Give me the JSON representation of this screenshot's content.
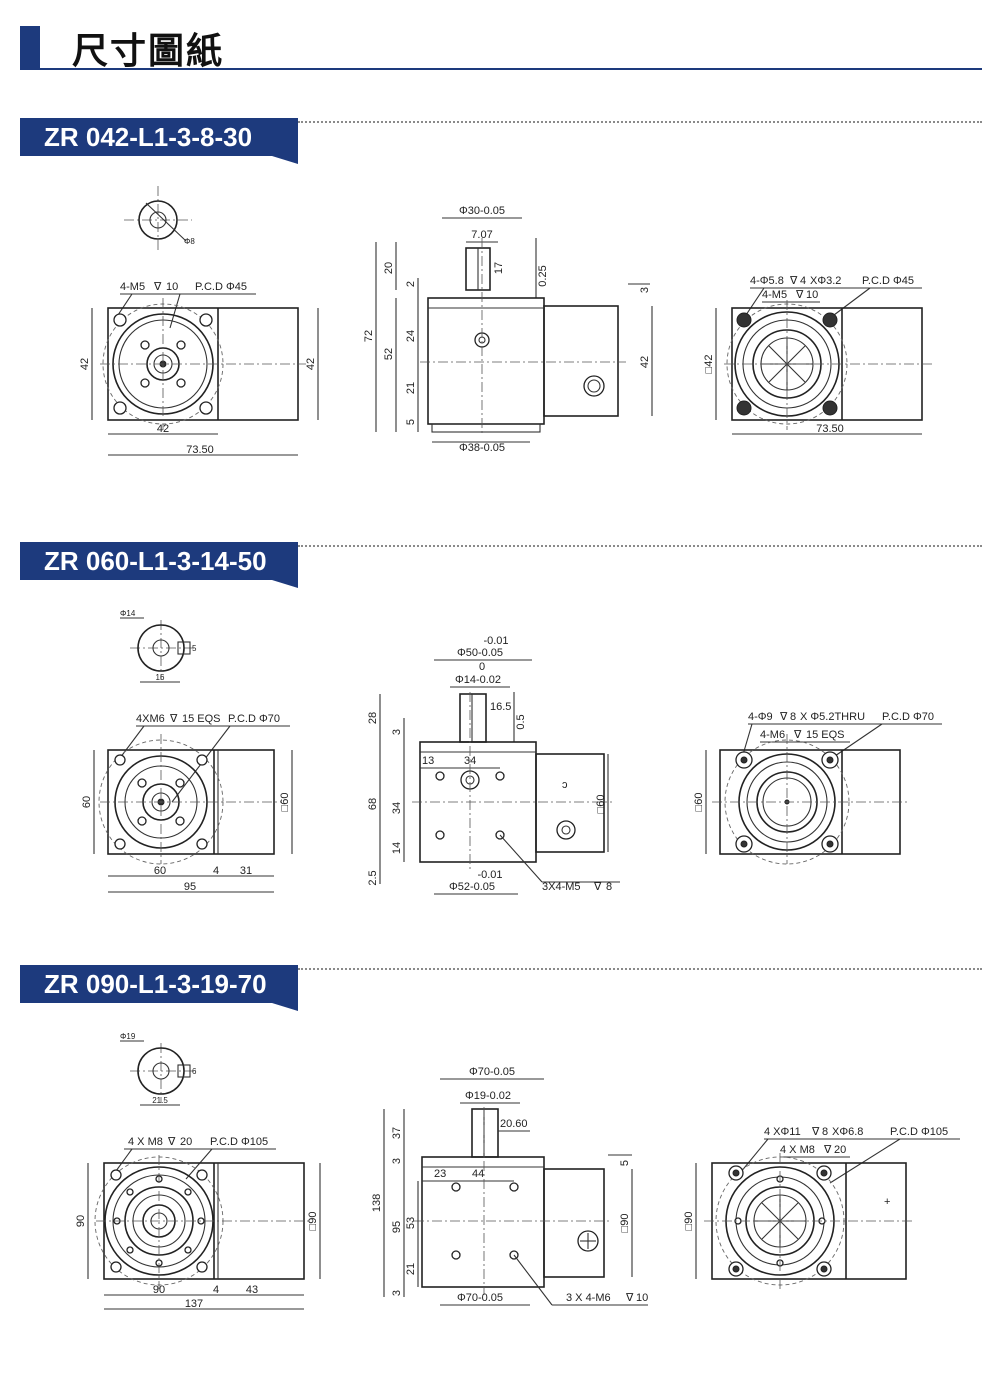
{
  "page": {
    "title": "尺寸圖紙"
  },
  "sections": [
    {
      "model": "ZR 042-L1-3-8-30",
      "shaft": {
        "dia": "Φ8"
      },
      "front": {
        "holes": "4-M5",
        "depth": "10",
        "pcd": "P.C.D Φ45",
        "height": "42",
        "width_flange": "42",
        "width_total": "73.50",
        "height_right": "42"
      },
      "side": {
        "top_dia": "Φ30-0.05",
        "key": "7.07",
        "shaft_len": "17",
        "tol": "0.25",
        "h20": "20",
        "h2": "2",
        "h72": "72",
        "h52": "52",
        "h24": "24",
        "h21": "21",
        "h5": "5",
        "h3": "3",
        "h42": "42",
        "bottom_dia": "Φ38-0.05"
      },
      "rear": {
        "holes1": "4-Φ5.8",
        "depth1": "4",
        "cb": "XΦ3.2",
        "pcd": "P.C.D Φ45",
        "holes2": "4-M5",
        "depth2": "10",
        "square": "□42",
        "width_total": "73.50"
      }
    },
    {
      "model": "ZR 060-L1-3-14-50",
      "shaft": {
        "dia": "Φ14",
        "key": "5",
        "width": "16"
      },
      "front": {
        "holes": "4XM6",
        "depth": "15 EQS",
        "pcd": "P.C.D Φ70",
        "height": "60",
        "square": "□60",
        "width_flange": "60",
        "width_gap": "4",
        "width_body": "31",
        "width_total": "95"
      },
      "side": {
        "top_tol_upper": "-0.01",
        "top_dia": "Φ50-0.05",
        "shaft_tol_upper": "0",
        "shaft_dia": "Φ14-0.02",
        "shaft_len": "16.5",
        "tol": "0.5",
        "h28": "28",
        "h3": "3",
        "h13": "13",
        "h34_top": "34",
        "h68": "68",
        "h34": "34",
        "h14": "14",
        "h25": "2.5",
        "square": "□60",
        "bottom_tol_upper": "-0.01",
        "bottom_dia": "Φ52-0.05",
        "taps": "3X4-M5",
        "tap_depth": "8"
      },
      "rear": {
        "holes1": "4-Φ9",
        "depth1": "8",
        "thru": "X Φ5.2THRU",
        "pcd": "P.C.D Φ70",
        "holes2": "4-M6",
        "depth2": "15 EQS",
        "square": "□60"
      }
    },
    {
      "model": "ZR 090-L1-3-19-70",
      "shaft": {
        "dia": "Φ19",
        "key": "6",
        "width": "21.5"
      },
      "front": {
        "holes": "4 X M8",
        "depth": "20",
        "pcd": "P.C.D Φ105",
        "height": "90",
        "square": "□90",
        "width_flange": "90",
        "width_gap": "4",
        "width_body": "43",
        "width_total": "137"
      },
      "side": {
        "top_dia": "Φ70-0.05",
        "shaft_dia": "Φ19-0.02",
        "shaft_len": "20.60",
        "h37": "37",
        "h3": "3",
        "h23": "23",
        "h44": "44",
        "h138": "138",
        "h95": "95",
        "h53": "53",
        "h21": "21",
        "h3b": "3",
        "h5": "5",
        "square": "□90",
        "bottom_dia": "Φ70-0.05",
        "taps": "3 X 4-M6",
        "tap_depth": "10"
      },
      "rear": {
        "holes1": "4 XΦ11",
        "depth1": "8",
        "cb": "XΦ6.8",
        "pcd": "P.C.D Φ105",
        "holes2": "4 X M8",
        "depth2": "20",
        "square": "□90"
      }
    }
  ]
}
